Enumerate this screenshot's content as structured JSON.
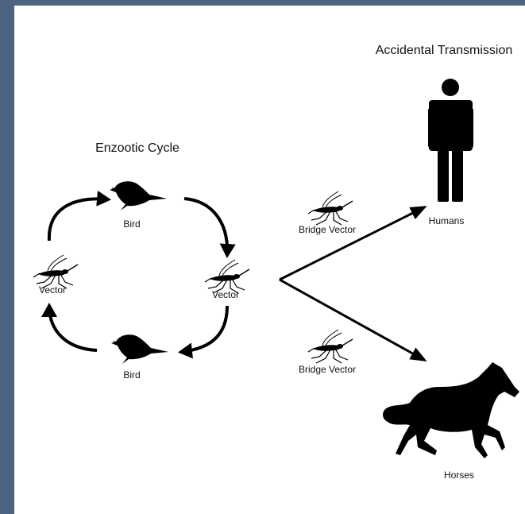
{
  "titles": {
    "enzootic": "Enzootic Cycle",
    "accidental": "Accidental Transmission"
  },
  "cycle": {
    "bird_top": "Bird",
    "bird_bottom": "Bird",
    "vector_left": "Vector",
    "vector_right": "Vector"
  },
  "bridge": {
    "upper": "Bridge Vector",
    "lower": "Bridge Vector"
  },
  "hosts": {
    "humans": "Humans",
    "horses": "Horses"
  },
  "icons": [
    "bird-icon",
    "mosquito-icon",
    "human-icon",
    "horse-icon"
  ],
  "colors": {
    "background": "#4d6382",
    "panel": "#ffffff",
    "ink": "#000000"
  }
}
